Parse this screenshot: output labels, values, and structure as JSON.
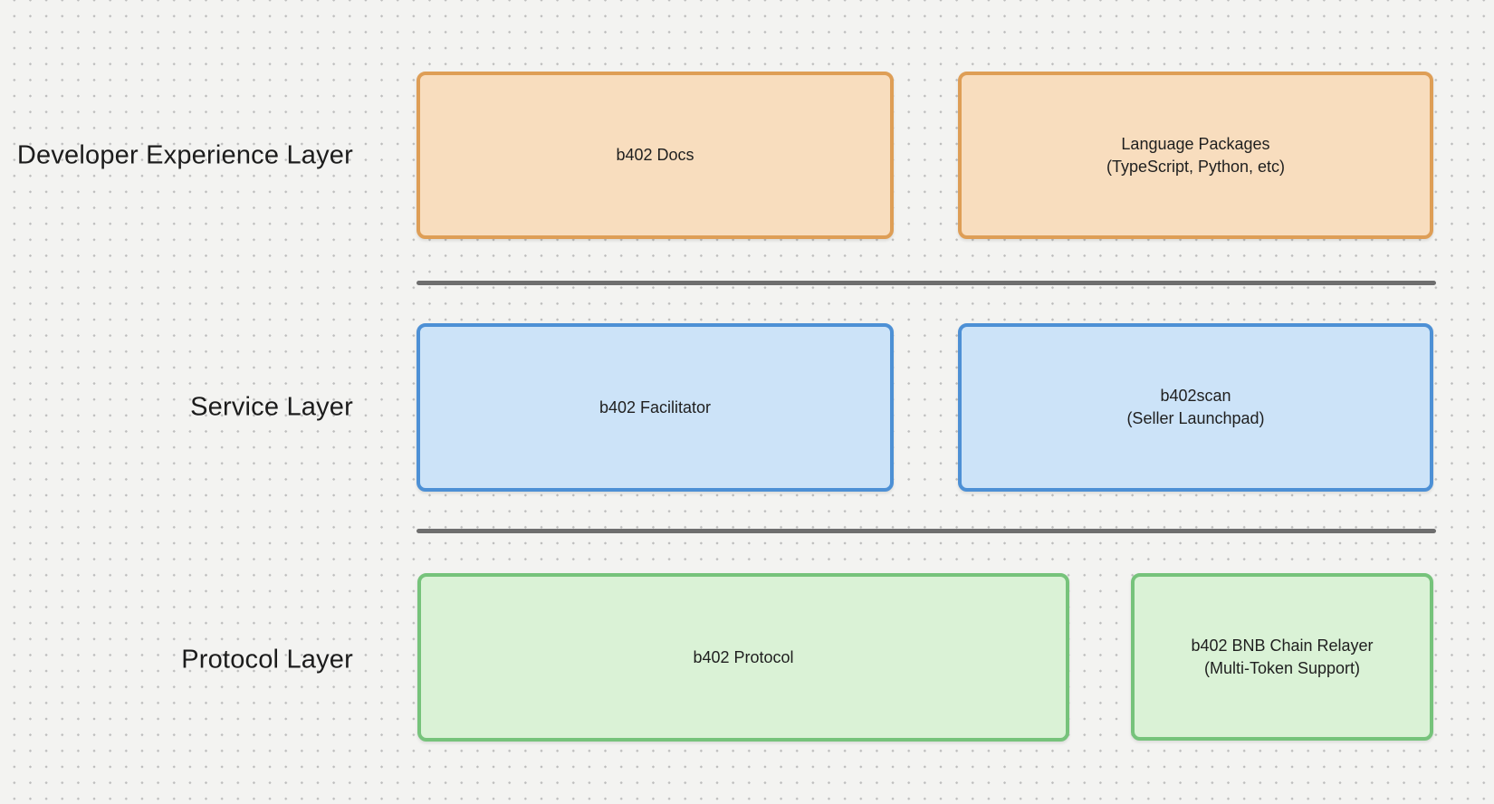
{
  "canvas": {
    "background_color": "#f3f3f1",
    "dot_grid_color": "#bdbdbd",
    "divider_color": "#6e6e6e"
  },
  "layers": [
    {
      "label": "Developer Experience Layer",
      "accent": "orange",
      "border_color": "#de9e56",
      "fill_color": "#f8ddbe",
      "boxes": [
        {
          "lines": [
            "b402 Docs"
          ]
        },
        {
          "lines": [
            "Language Packages",
            "(TypeScript, Python, etc)"
          ]
        }
      ]
    },
    {
      "label": "Service Layer",
      "accent": "blue",
      "border_color": "#4d90d5",
      "fill_color": "#cce3f8",
      "boxes": [
        {
          "lines": [
            "b402 Facilitator"
          ]
        },
        {
          "lines": [
            "b402scan",
            "(Seller Launchpad)"
          ]
        }
      ]
    },
    {
      "label": "Protocol Layer",
      "accent": "green",
      "border_color": "#76c37b",
      "fill_color": "#daf2d6",
      "boxes": [
        {
          "lines": [
            "b402 Protocol"
          ]
        },
        {
          "lines": [
            "b402 BNB Chain Relayer",
            "(Multi-Token Support)"
          ]
        }
      ]
    }
  ]
}
